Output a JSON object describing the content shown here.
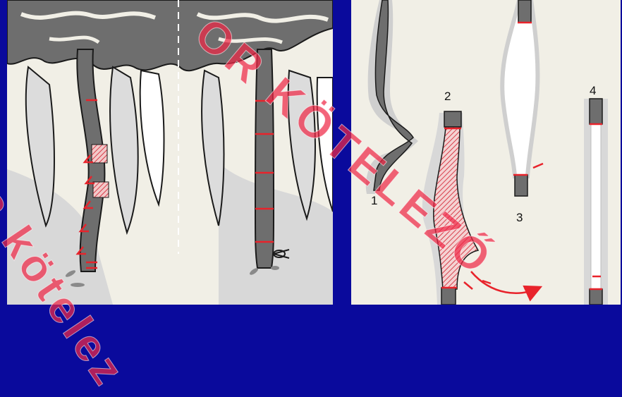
{
  "figure": {
    "left_panel": {
      "divider": "dashed"
    },
    "right_panel": {
      "step_labels": [
        "1",
        "2",
        "3",
        "4"
      ]
    }
  },
  "watermark": {
    "text_left": "Haa kötelez",
    "text_right": "OR KÖTELEZŐ",
    "color": "#ee2846"
  },
  "colors": {
    "background": "#0a0a9c",
    "paper": "#f1efe6",
    "tissue_light": "#cfcfcf",
    "tissue_dark": "#6f6f6f",
    "suture": "#e8232b",
    "arrow": "#e8232b"
  }
}
